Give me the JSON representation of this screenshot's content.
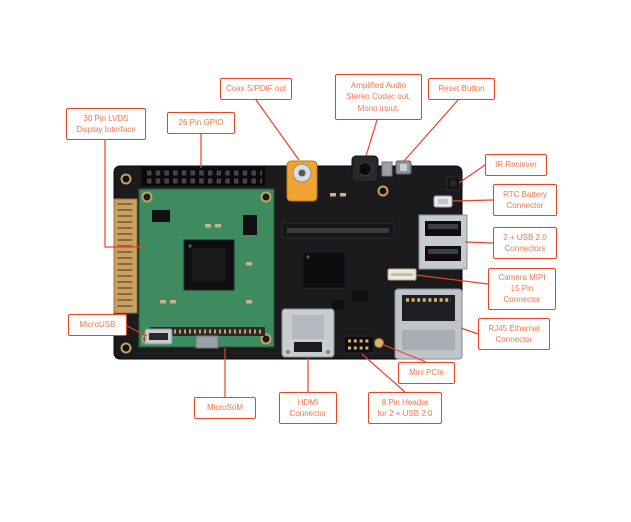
{
  "diagram": {
    "subject": "single-board computer annotated diagram",
    "accent_color": "#ec4224",
    "label_text_color": "#f1784e",
    "board_color": "#1b1b1d",
    "module_color": "#3d8b5f"
  },
  "labels": [
    {
      "id": "lvds-display",
      "text": "30 Pin LVDS\nDisplay Interface"
    },
    {
      "id": "gpio",
      "text": "26 Pin GPIO"
    },
    {
      "id": "spdif",
      "text": "Coax S/PDIF out"
    },
    {
      "id": "audio-codec",
      "text": "Amplified Audio\nStereo Codec out,\nMono input."
    },
    {
      "id": "reset-button",
      "text": "Reset Button"
    },
    {
      "id": "ir-receiver",
      "text": "IR Reciever"
    },
    {
      "id": "rtc-battery",
      "text": "RTC Battery\nConnector"
    },
    {
      "id": "usb-connectors",
      "text": "2 + USB 2.0\nConnectors"
    },
    {
      "id": "camera-mipi",
      "text": "Camera MIPI\n15 Pin Connector"
    },
    {
      "id": "rj45-ethernet",
      "text": "RJ45 Ethernet\nConnector"
    },
    {
      "id": "mini-pcie",
      "text": "Mini PCIe"
    },
    {
      "id": "usb-header",
      "text": "8 Pin Header\nfor 2 + USB 2.0"
    },
    {
      "id": "hdmi",
      "text": "HDMI\nConnector"
    },
    {
      "id": "microsom",
      "text": "MicroSoM"
    },
    {
      "id": "microusb",
      "text": "MicroUSB"
    }
  ]
}
